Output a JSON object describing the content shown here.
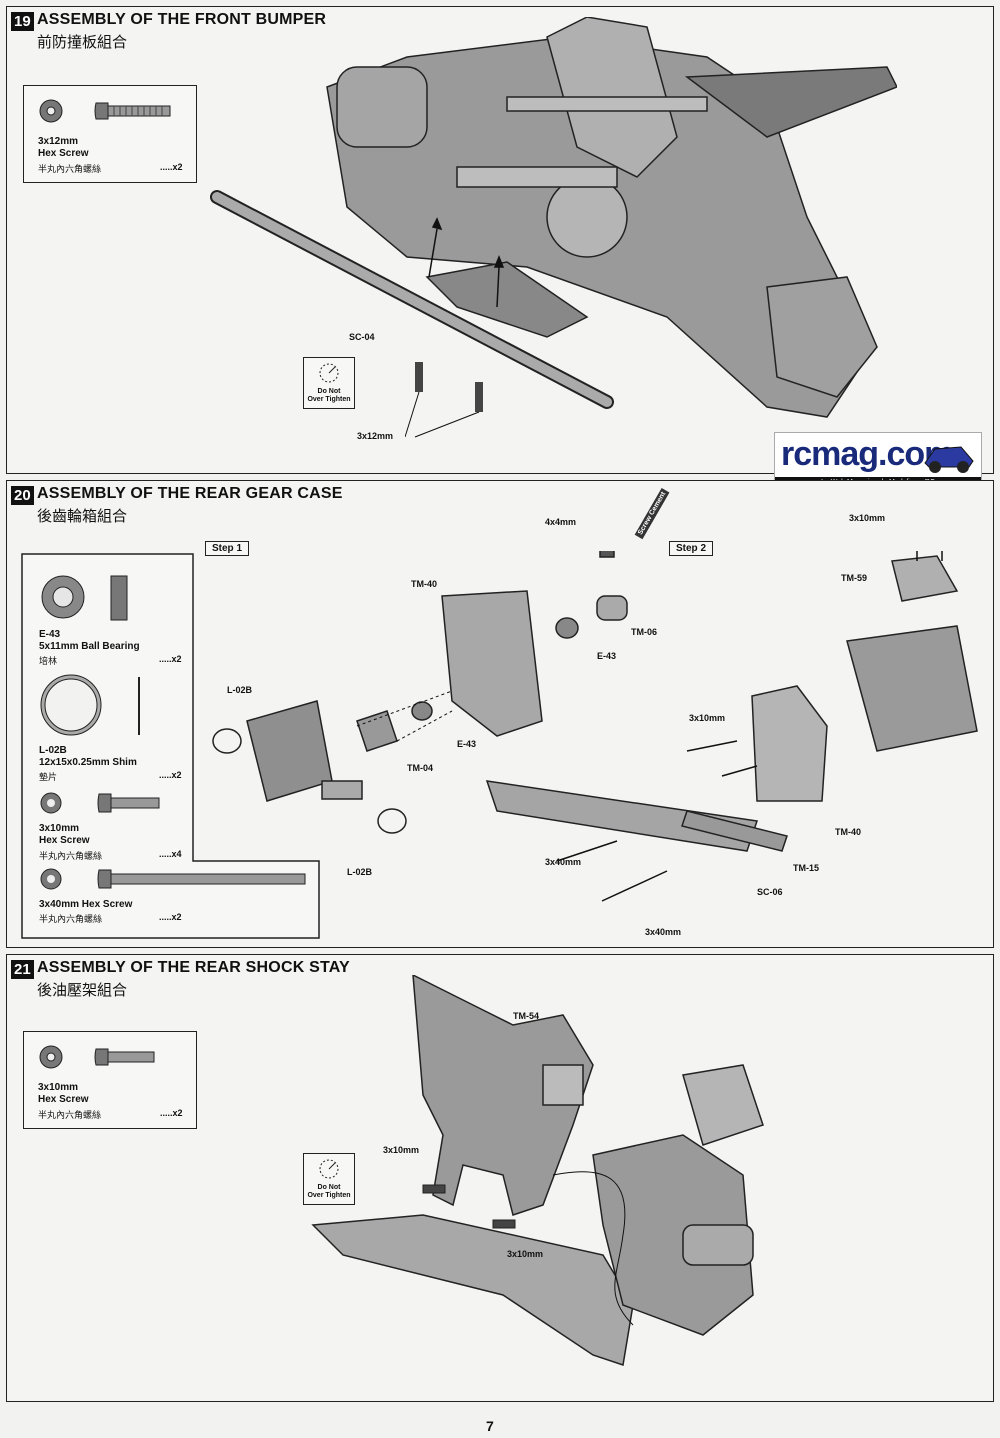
{
  "page_number": "7",
  "watermark": {
    "brand": "rcmag.com",
    "tagline": "Le Web Magazine du Modelisme RC"
  },
  "sections": [
    {
      "number": "19",
      "title": "ASSEMBLY OF THE FRONT BUMPER",
      "title_zh": "前防撞板組合",
      "parts": [
        {
          "name": "3x12mm",
          "type": "Hex Screw",
          "zh": "半丸內六角螺絲",
          "qty": ".....x2"
        }
      ],
      "callouts": {
        "bumper": "SC-04",
        "screws": "3x12mm"
      },
      "warning": {
        "line1": "Do Not",
        "line2": "Over Tighten"
      }
    },
    {
      "number": "20",
      "title": "ASSEMBLY OF THE REAR GEAR CASE",
      "title_zh": "後齒輪箱組合",
      "steps": {
        "step1": "Step 1",
        "step2": "Step 2"
      },
      "parts": [
        {
          "code": "E-43",
          "name": "5x11mm Ball Bearing",
          "zh": "培林",
          "qty": ".....x2"
        },
        {
          "code": "L-02B",
          "name": "12x15x0.25mm Shim",
          "zh": "墊片",
          "qty": ".....x2"
        },
        {
          "name": "3x10mm",
          "type": "Hex Screw",
          "zh": "半丸內六角螺絲",
          "qty": ".....x4"
        },
        {
          "name": "3x40mm Hex Screw",
          "zh": "半丸內六角螺絲",
          "qty": ".....x2"
        }
      ],
      "callouts": {
        "l02b_a": "L-02B",
        "l02b_b": "L-02B",
        "tm40_a": "TM-40",
        "tm04": "TM-04",
        "e43_a": "E-43",
        "e43_b": "E-43",
        "tm06": "TM-06",
        "screw4x4": "4x4mm",
        "cement": "Screw Cement",
        "screw3x10_top": "3x10mm",
        "tm59": "TM-59",
        "screw3x10_mid": "3x10mm",
        "tm40_b": "TM-40",
        "tm15": "TM-15",
        "sc06": "SC-06",
        "screw3x40_a": "3x40mm",
        "screw3x40_b": "3x40mm"
      }
    },
    {
      "number": "21",
      "title": "ASSEMBLY OF THE REAR SHOCK STAY",
      "title_zh": "後油壓架組合",
      "parts": [
        {
          "name": "3x10mm",
          "type": "Hex Screw",
          "zh": "半丸內六角螺絲",
          "qty": ".....x2"
        }
      ],
      "callouts": {
        "tm54": "TM-54",
        "screw_a": "3x10mm",
        "screw_b": "3x10mm"
      },
      "warning": {
        "line1": "Do Not",
        "line2": "Over Tighten"
      }
    }
  ]
}
